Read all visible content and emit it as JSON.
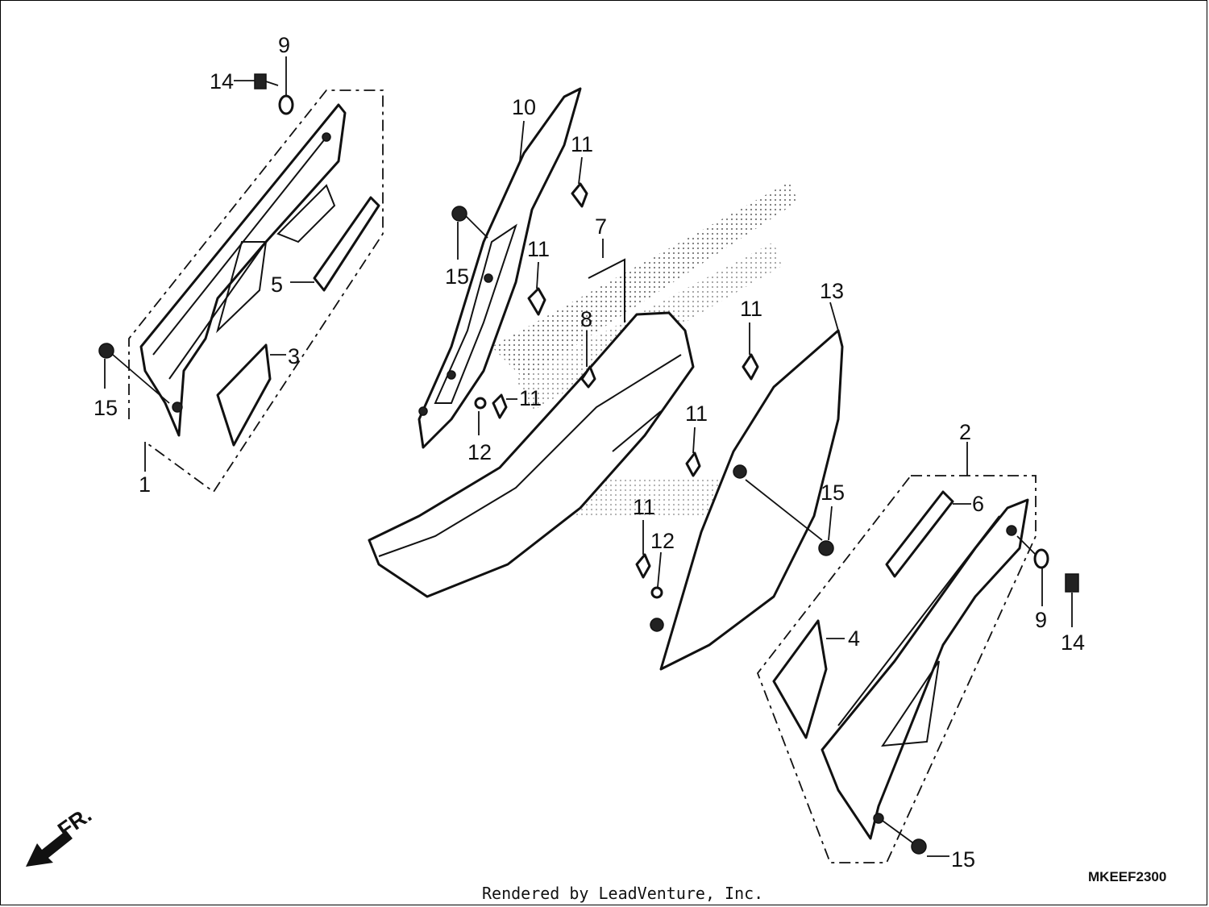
{
  "diagram": {
    "callouts": {
      "c1": "1",
      "c2": "2",
      "c3": "3",
      "c4": "4",
      "c5": "5",
      "c6": "6",
      "c7": "7",
      "c8": "8",
      "c9a": "9",
      "c9b": "9",
      "c10": "10",
      "c11a": "11",
      "c11b": "11",
      "c11c": "11",
      "c11d": "11",
      "c11e": "11",
      "c11f": "11",
      "c12a": "12",
      "c12b": "12",
      "c13": "13",
      "c14a": "14",
      "c14b": "14",
      "c15a": "15",
      "c15b": "15",
      "c15c": "15",
      "c15d": "15"
    },
    "front_arrow_label": "FR.",
    "diagram_code": "MKEEF2300",
    "credit": "Rendered by LeadVenture, Inc."
  }
}
